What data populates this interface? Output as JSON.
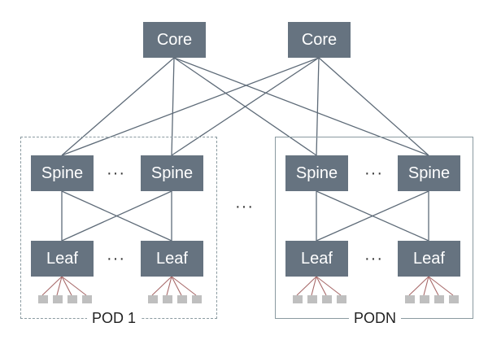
{
  "nodes": {
    "core_1": "Core",
    "core_2": "Core",
    "pod1_spine_1": "Spine",
    "pod1_spine_2": "Spine",
    "podn_spine_1": "Spine",
    "podn_spine_2": "Spine",
    "pod1_leaf_1": "Leaf",
    "pod1_leaf_2": "Leaf",
    "podn_leaf_1": "Leaf",
    "podn_leaf_2": "Leaf"
  },
  "ellipsis": {
    "pod1_spines": "···",
    "pod1_leaves": "···",
    "podn_spines": "···",
    "podn_leaves": "···",
    "between_pods": "···"
  },
  "pods": {
    "pod1_label": "POD 1",
    "podn_label": "PODN"
  },
  "colors": {
    "node_fill": "#667380",
    "link": "#5e6b78",
    "server_link": "#a86a6a",
    "server": "#bfbfbf",
    "pod_border": "#8a9aa0"
  }
}
